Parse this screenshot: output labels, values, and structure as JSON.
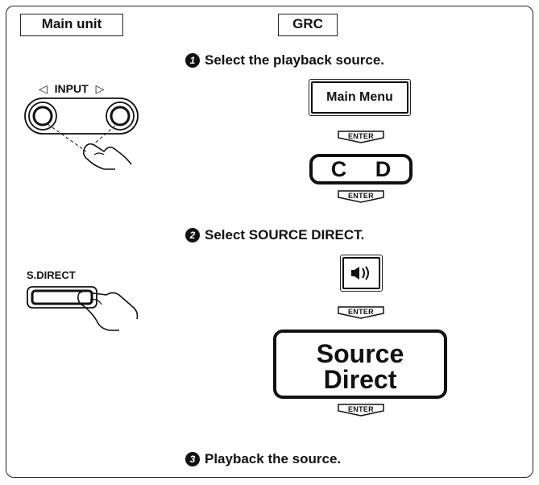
{
  "headers": {
    "main_unit": "Main unit",
    "grc": "GRC"
  },
  "steps": [
    {
      "number": "1",
      "text": "Select the playback source."
    },
    {
      "number": "2",
      "text": "Select SOURCE DIRECT."
    },
    {
      "number": "3",
      "text": "Playback the source."
    }
  ],
  "buttons": {
    "main_menu": "Main Menu",
    "cd": "C D",
    "source_direct_line1": "Source",
    "source_direct_line2": "Direct",
    "enter": "ENTER"
  },
  "main_unit": {
    "input_label": "INPUT",
    "input_arrow_left": "◁",
    "input_arrow_right": "▷",
    "sdirect_label": "S.DIRECT"
  },
  "icons": {
    "input_knobs": "input-knobs-icon",
    "hand": "pointing-hand-icon",
    "speaker": "speaker-icon",
    "sdirect_button": "sdirect-button-icon"
  }
}
